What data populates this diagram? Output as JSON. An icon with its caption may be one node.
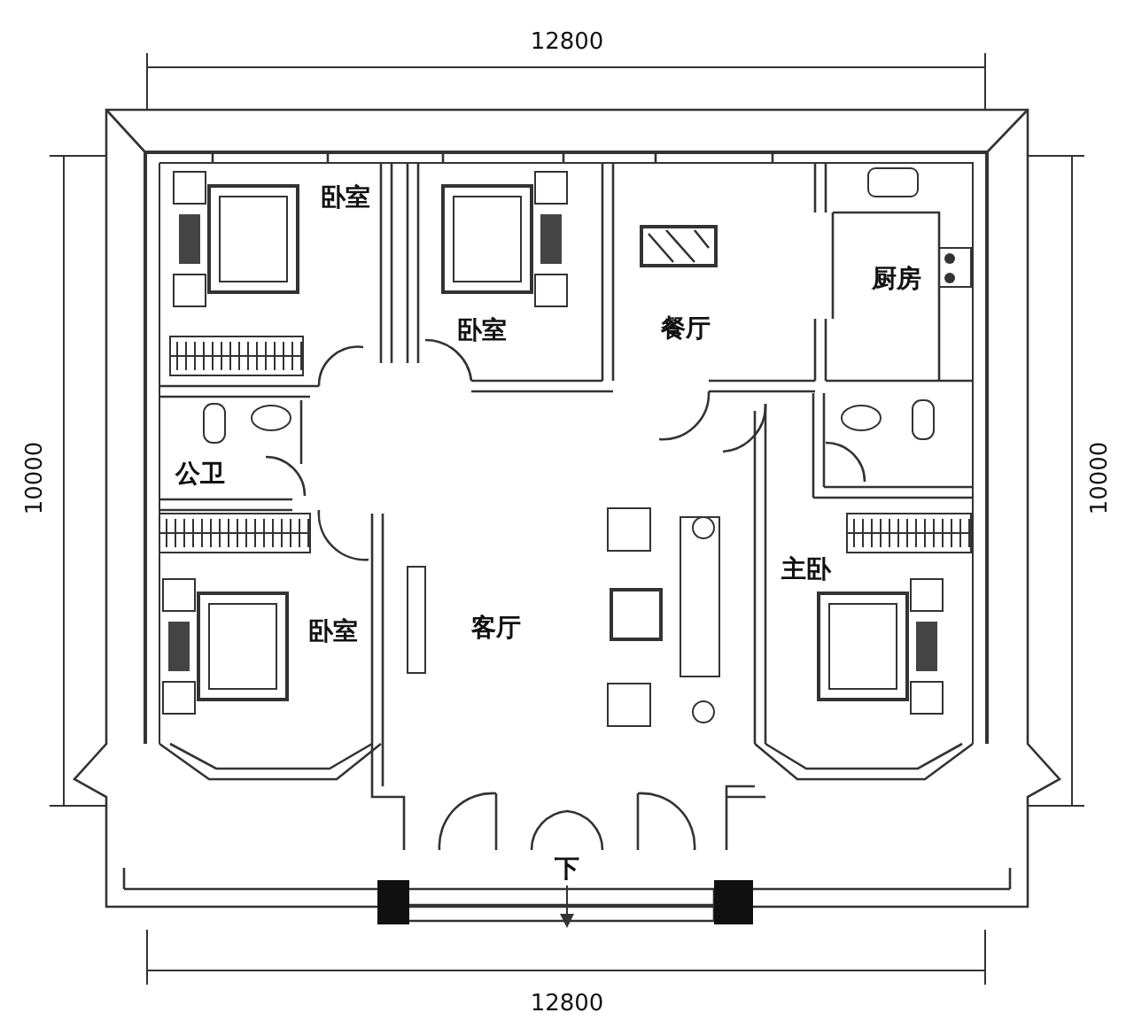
{
  "diagram": {
    "labels": [
      "12800",
      "卧室",
      "卧室",
      "餐厅",
      "厨房",
      "10000",
      "10000",
      "公卫",
      "主卧",
      "卧室",
      "客厅",
      "下",
      "12800"
    ]
  }
}
